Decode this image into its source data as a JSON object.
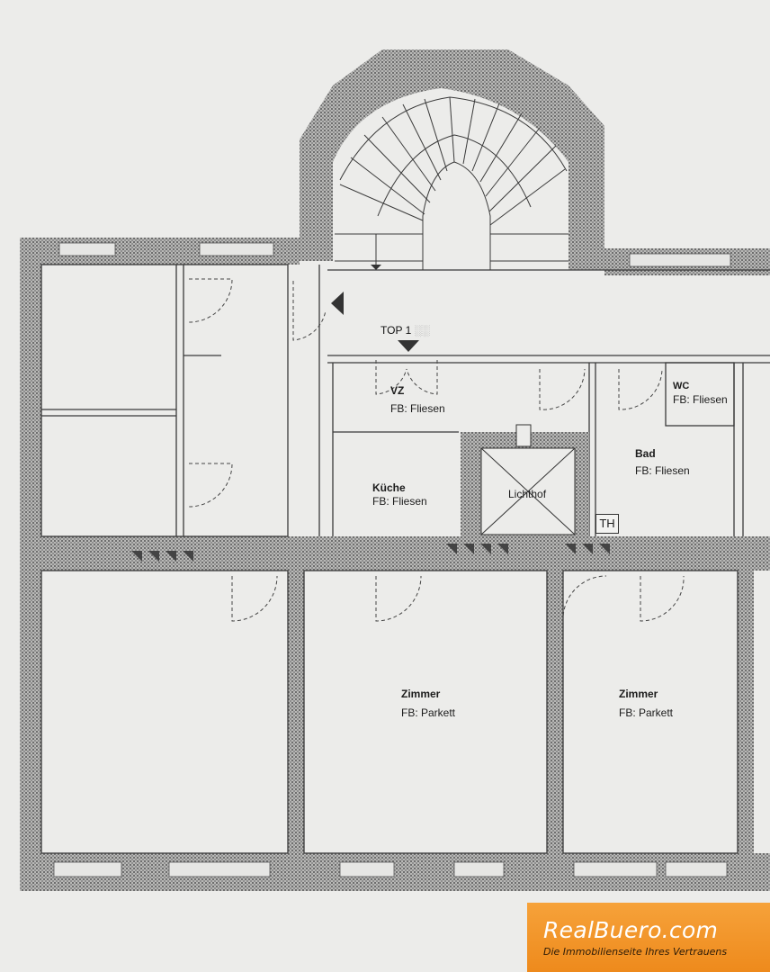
{
  "plan": {
    "unit_label": "TOP 1",
    "unit_label_suffix": "░░",
    "rooms": [
      {
        "id": "vz",
        "name": "VZ",
        "floor": "FB: Fliesen"
      },
      {
        "id": "kueche",
        "name": "Küche",
        "floor": "FB: Fliesen"
      },
      {
        "id": "lichthof",
        "name": "Lichthof",
        "floor": ""
      },
      {
        "id": "wc",
        "name": "WC",
        "floor": "FB: Fliesen"
      },
      {
        "id": "bad",
        "name": "Bad",
        "floor": "FB: Fliesen"
      },
      {
        "id": "zimmer1",
        "name": "Zimmer",
        "floor": "FB: Parkett"
      },
      {
        "id": "zimmer2",
        "name": "Zimmer",
        "floor": "FB: Parkett"
      }
    ],
    "th_label": "TH",
    "colors": {
      "paper": "#ececea",
      "wall_fill": "#8a8a8a",
      "line": "#3a3a3a"
    }
  },
  "brand": {
    "name": "RealBuero.com",
    "tagline": "Die Immobilienseite Ihres Vertrauens",
    "color": "#f09428"
  }
}
